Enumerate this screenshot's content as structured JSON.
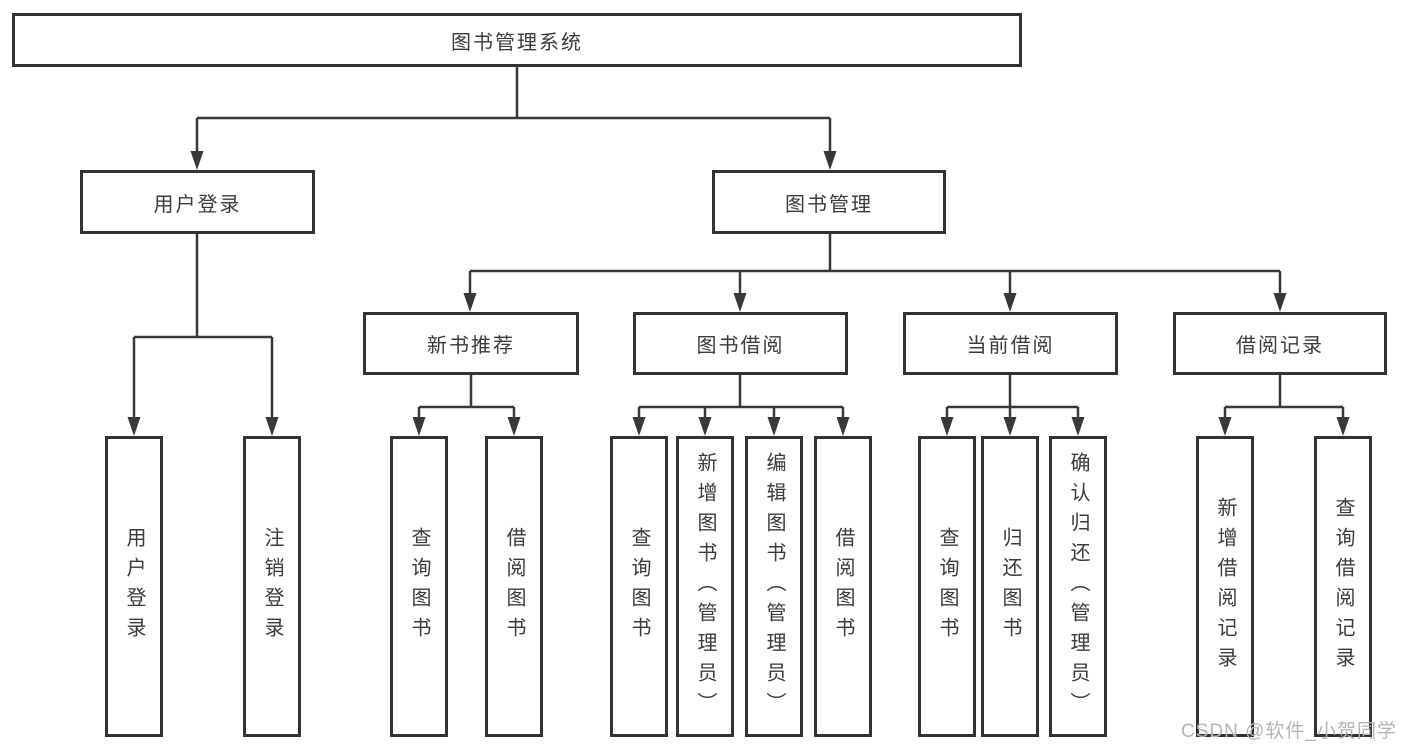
{
  "diagram": {
    "root": {
      "label": "图书管理系统"
    },
    "level2": {
      "user_login": {
        "label": "用户登录"
      },
      "book_management": {
        "label": "图书管理"
      }
    },
    "level3": {
      "new_book_recommend": {
        "label": "新书推荐"
      },
      "book_borrow": {
        "label": "图书借阅"
      },
      "current_borrow": {
        "label": "当前借阅"
      },
      "borrow_record": {
        "label": "借阅记录"
      }
    },
    "leaves": {
      "user_login_leaf": {
        "label": "用户登录"
      },
      "user_logout": {
        "label": "注销登录"
      },
      "newbook_query": {
        "label": "查询图书"
      },
      "newbook_borrow": {
        "label": "借阅图书"
      },
      "borrow_query": {
        "label": "查询图书"
      },
      "borrow_add_admin": {
        "label": "新增图书（管理员）"
      },
      "borrow_edit_admin": {
        "label": "编辑图书（管理员）"
      },
      "borrow_borrow": {
        "label": "借阅图书"
      },
      "current_query": {
        "label": "查询图书"
      },
      "current_return": {
        "label": "归还图书"
      },
      "current_confirm_admin": {
        "label": "确认归还（管理员）"
      },
      "record_add": {
        "label": "新增借阅记录"
      },
      "record_query": {
        "label": "查询借阅记录"
      }
    }
  },
  "watermark": {
    "text": "CSDN @软件_小贺同学"
  },
  "colors": {
    "line": "#383838",
    "box_border": "#333333",
    "text": "#3b3b3b",
    "background": "#ffffff",
    "watermark": "#b5b5b5"
  }
}
